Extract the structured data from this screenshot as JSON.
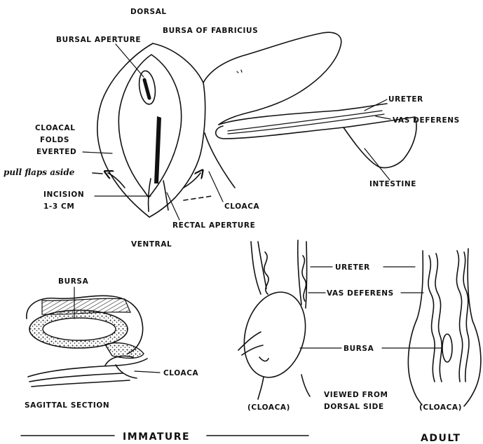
{
  "figure_top": {
    "dorsal_label": "DORSAL",
    "ventral_label": "VENTRAL",
    "bursa_of_fabricius": "BURSA OF FABRICIUS",
    "bursal_aperture": "BURSAL APERTURE",
    "ureter": "URETER",
    "vas_deferens": "VAS DEFERENS",
    "cloacal_folds_everted": [
      "CLOACAL",
      "FOLDS",
      "EVERTED"
    ],
    "pull_flaps_aside": "pull flaps aside",
    "intestine": "INTESTINE",
    "incision": [
      "INCISION",
      "1-3 CM"
    ],
    "cloaca": "CLOACA",
    "rectal_aperture": "RECTAL APERTURE"
  },
  "sagittal_section": {
    "bursa": "BURSA",
    "cloaca": "CLOACA",
    "caption": "SAGITTAL SECTION"
  },
  "dorsal_view": {
    "ureter": "URETER",
    "vas_deferens": "VAS DEFERENS",
    "bursa": "BURSA",
    "immature_cloaca": "(CLOACA)",
    "caption": [
      "VIEWED FROM",
      "DORSAL SIDE"
    ],
    "adult_cloaca": "(CLOACA)"
  },
  "group_labels": {
    "immature": "IMMATURE",
    "adult": "ADULT"
  }
}
